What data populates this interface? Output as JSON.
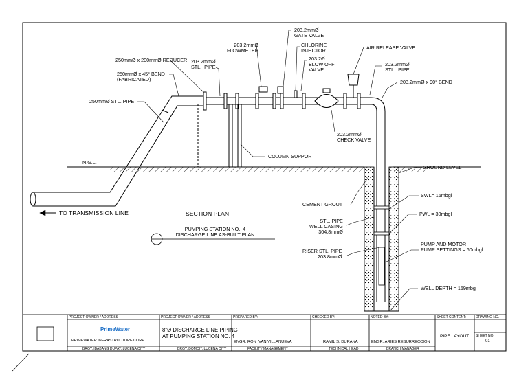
{
  "labels": {
    "gate_valve": "203.2mmØ\nGATE VALVE",
    "flowmeter": "203.2mmØ\nFLOWMETER",
    "chlorine": "CHLORINE\nINJECTOR",
    "blowoff": "203.2Ø\nBLOW OFF\nVALVE",
    "air_release": "AIR RELEASE VALVE",
    "reducer": "250mmØ x 200mmØ REDUCER",
    "stl_pipe_top": "203.2mmØ\nSTL.  PIPE",
    "bend45": "250mmØ x 45° BEND\n(FABRICATED)",
    "stl_pipe_right": "203.2mmØ\nSTL.  PIPE",
    "bend90": "203.2mmØ x 90° BEND",
    "stl_pipe_250": "250mmØ STL. PIPE",
    "check_valve": "203.2mmØ\nCHECK VALVE",
    "column_support": "COLUMN SUPPORT",
    "ngl": "N.G.L.",
    "ground_level": "GROUND LEVEL",
    "swl": "SWL= 16mbgl",
    "cement_grout": "CEMENT GROUT",
    "pwl": "PWL = 30mbgl",
    "well_casing": "STL. PIPE\nWELL CASING\n304.8mmØ",
    "pump_motor": "PUMP AND MOTOR\nPUMP SETTINGS = 60mbgl",
    "riser": "RISER STL. PIPE\n203.8mmØ",
    "well_depth": "WELL DEPTH = 159mbgl",
    "transmission": "TO TRANSMISSION LINE",
    "section_plan": "SECTION PLAN",
    "plan_title": "PUMPING STATION NO.  4\nDISCHARGE LINE AS-BUILT PLAN"
  },
  "title_block": {
    "project_owner_header": "PROJECT OWNER / ADDRESS",
    "project_owner_header2": "PROJECT OWNER / ADDRESS",
    "prepared_header": "PREPARED BY:",
    "checked_header": "CHECKED BY:",
    "noted_header": "NOTED BY:",
    "sheet_content_header": "SHEET CONTENT:",
    "drawing_no_header": "DRAWING NO.",
    "sheet_no_header": "SHEET NO.",
    "logo_text": "PrimeWater",
    "company": "PRIMEWATER INFRASTRUCTURE CORP.",
    "company_address": "BRGY. IBABANG DUPAY, LUCENA CITY",
    "project_title": "8\"Ø DISCHARGE LINE PIPING\nAT PUMPING STATION NO. 4",
    "project_address": "BRGY. DOMOIT, LUCENA CITY",
    "prepared_name": "ENGR. RON IVAN VILLANUEVA",
    "prepared_role": "FACILITY MANAGEMENT",
    "checked_name": "RAMIL S. DURANA",
    "checked_role": "TECHNICAL HEAD",
    "noted_name": "ENGR. ARIES RESURRECCION",
    "noted_role": "BRANCH MANAGER",
    "sheet_content": "PIPE LAYOUT",
    "sheet_no": "01"
  }
}
